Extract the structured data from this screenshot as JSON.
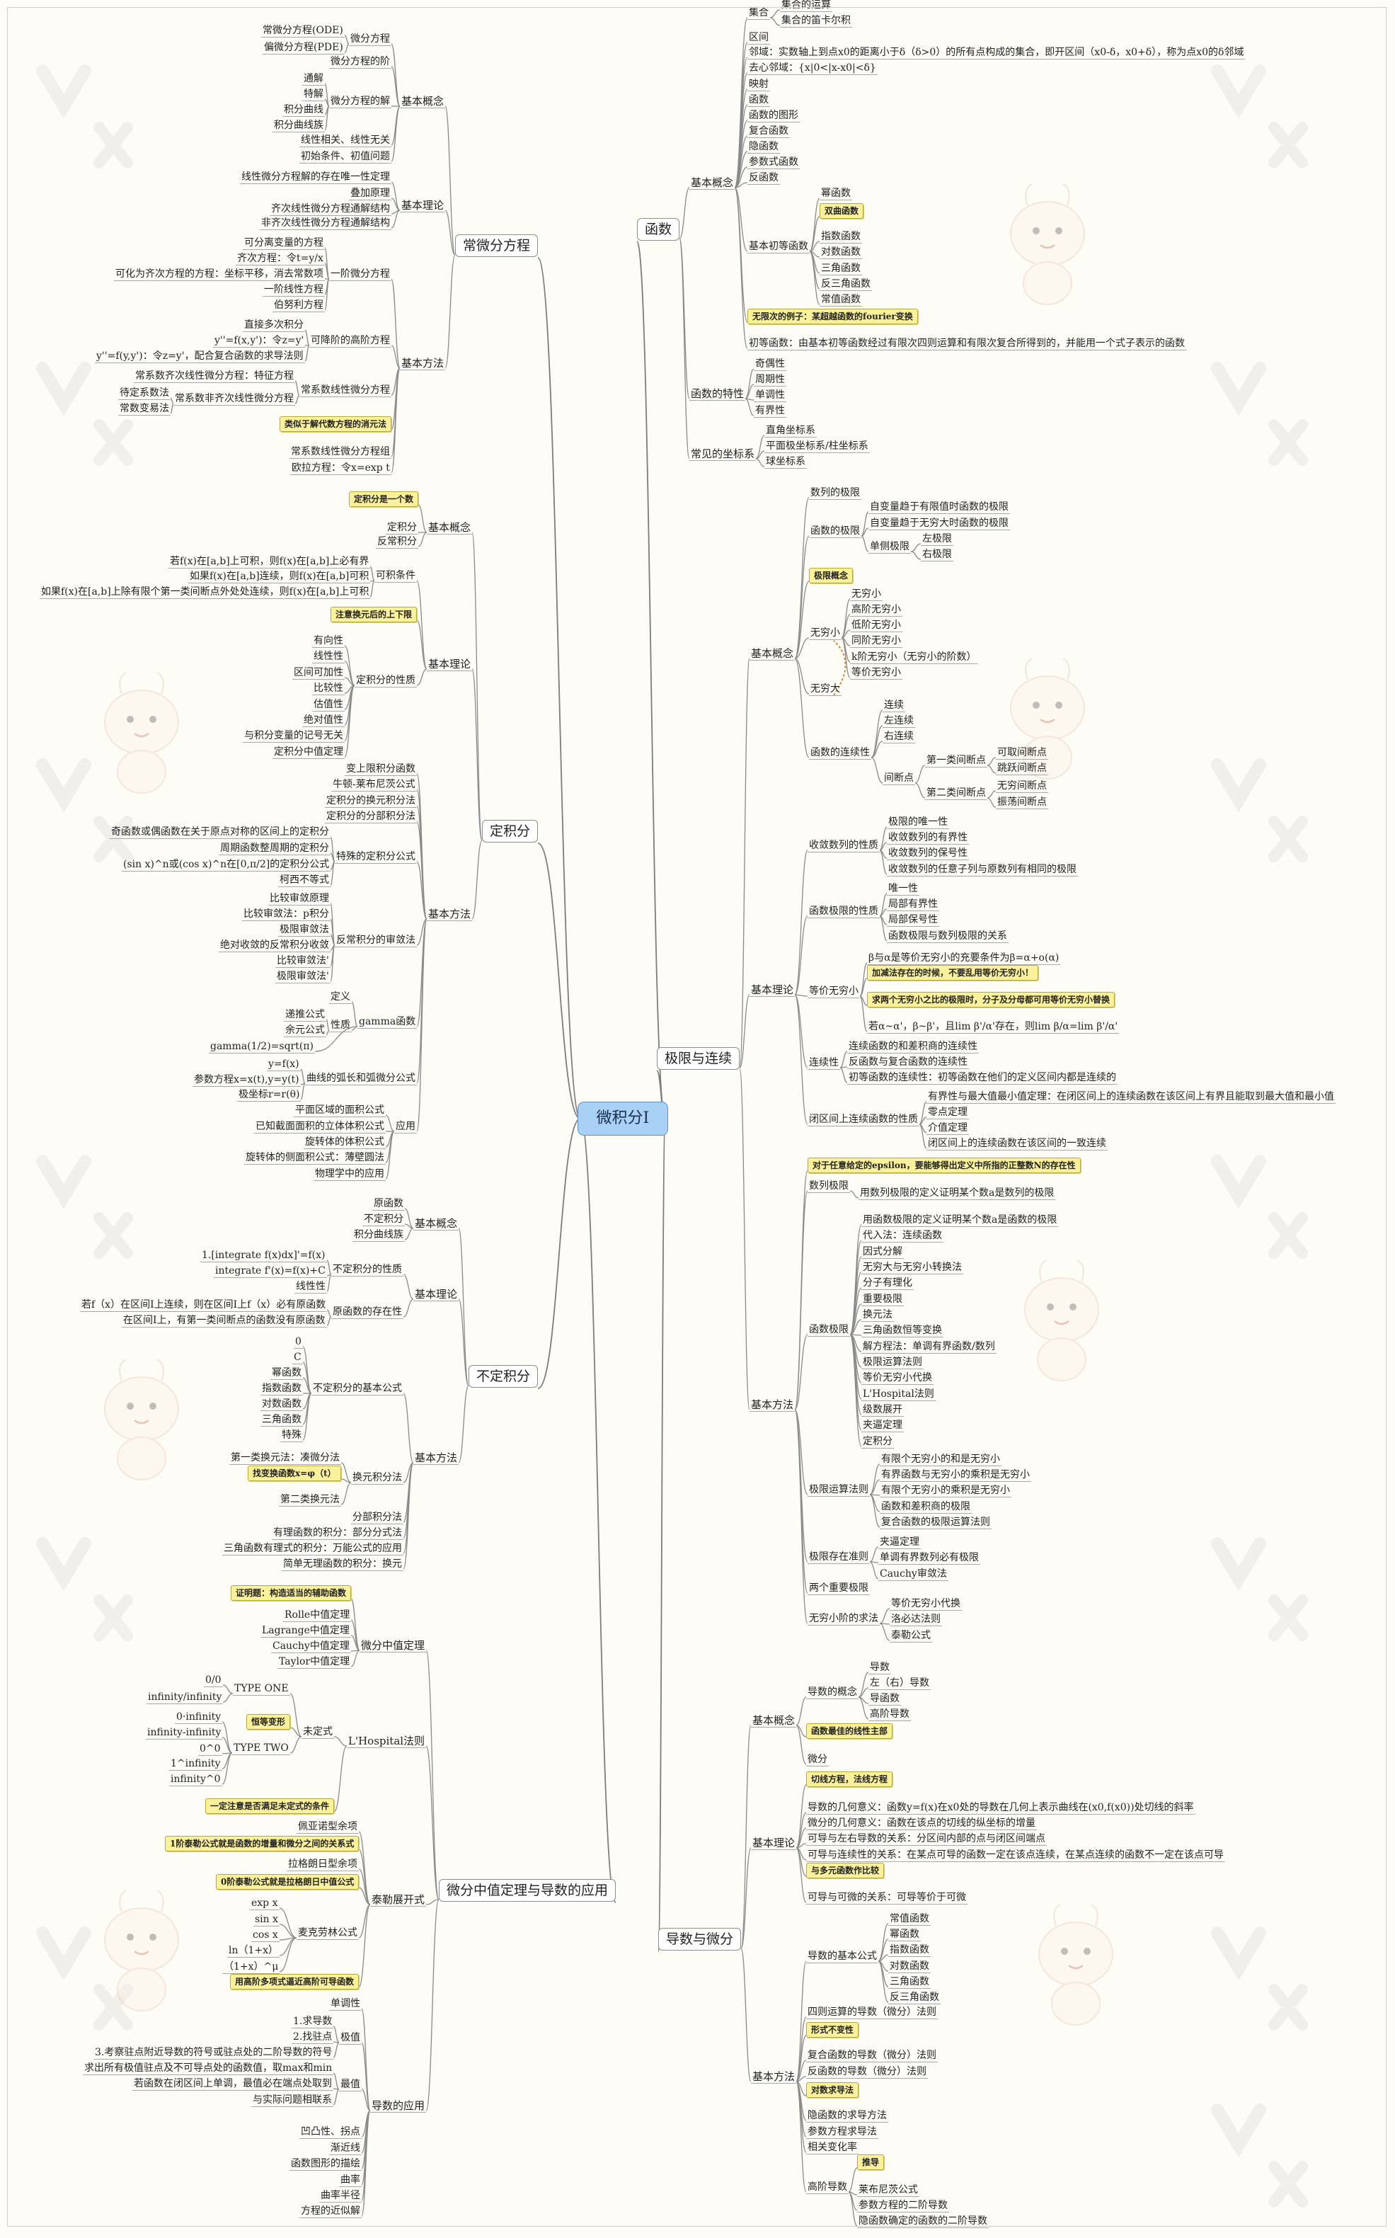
{
  "root": "微积分I",
  "branches": {
    "ode": {
      "title": "常微分方程",
      "basic_concept": "基本概念",
      "ode_eq": "微分方程",
      "ode_type_ode": "常微分方程(ODE)",
      "ode_type_pde": "偏微分方程(PDE)",
      "order": "微分方程的阶",
      "solution": "微分方程的解",
      "sol_general": "通解",
      "sol_special": "特解",
      "sol_integral_curve": "积分曲线",
      "sol_integral_family": "积分曲线族",
      "linear_dep": "线性相关、线性无关",
      "initial_cond": "初始条件、初值问题",
      "theory": "基本理论",
      "th_exist": "线性微分方程解的存在唯一性定理",
      "th_superpos": "叠加原理",
      "th_homo": "齐次线性微分方程通解结构",
      "th_nonhomo": "非齐次线性微分方程通解结构",
      "method": "基本方法",
      "first_order": "一阶微分方程",
      "fo_separable": "可分离变量的方程",
      "fo_homog": "齐次方程：令t=y/x",
      "fo_reducible": "可化为齐次方程的方程：坐标平移，消去常数项",
      "fo_linear": "一阶线性方程",
      "fo_bernoulli": "伯努利方程",
      "reducible_high": "可降阶的高阶方程",
      "rh_direct": "直接多次积分",
      "rh_a": "y''=f(x,y')：令z=y'",
      "rh_b": "y''=f(y,y')：令z=y'，配合复合函数的求导法则",
      "const_coef": "常系数线性微分方程",
      "cc_homo": "常系数齐次线性微分方程：特征方程",
      "cc_nonhomo": "常系数非齐次线性微分方程",
      "cc_undetermined": "待定系数法",
      "cc_variation": "常数变易法",
      "note_analog": "类似于解代数方程的消元法",
      "cc_system": "常系数线性微分方程组",
      "euler_eq": "欧拉方程：令x=exp t"
    },
    "definite": {
      "title": "定积分",
      "basic_concept": "基本概念",
      "note_number": "定积分是一个数",
      "def_integral": "定积分",
      "improper": "反常积分",
      "theory": "基本理论",
      "integrable_cond": "可积条件",
      "ic_1": "若f(x)在[a,b]上可积，则f(x)在[a,b]上必有界",
      "ic_2": "如果f(x)在[a,b]连续，则f(x)在[a,b]可积",
      "ic_3": "如果f(x)在[a,b]上除有限个第一类间断点外处处连续，则f(x)在[a,b]上可积",
      "note_bounds": "注意换元后的上下限",
      "properties": "定积分的性质",
      "pr_1": "有向性",
      "pr_2": "线性性",
      "pr_3": "区间可加性",
      "pr_4": "比较性",
      "pr_5": "估值性",
      "pr_6": "绝对值性",
      "pr_7": "与积分变量的记号无关",
      "pr_8": "定积分中值定理",
      "method": "基本方法",
      "m_1": "变上限积分函数",
      "m_2": "牛顿-莱布尼茨公式",
      "m_3": "定积分的换元积分法",
      "m_4": "定积分的分部积分法",
      "special": "特殊的定积分公式",
      "sp_1": "奇函数或偶函数在关于原点对称的区间上的定积分",
      "sp_2": "周期函数整周期的定积分",
      "sp_3": "(sin x)^n或(cos x)^n在[0,π/2]的定积分公式",
      "sp_4": "柯西不等式",
      "improper_test": "反常积分的审敛法",
      "it_1": "比较审敛原理",
      "it_2": "比较审敛法：p积分",
      "it_3": "极限审敛法",
      "it_4": "绝对收敛的反常积分收敛",
      "it_5": "比较审敛法'",
      "it_6": "极限审敛法'",
      "gamma": "gamma函数",
      "g_def": "定义",
      "g_prop": "性质",
      "g_recur": "递推公式",
      "g_comp": "余元公式",
      "g_half": "gamma(1/2)=sqrt(π)",
      "curve": "曲线的弧长和弧微分公式",
      "cv_1": "y=f(x)",
      "cv_2": "参数方程x=x(t),y=y(t)",
      "cv_3": "极坐标r=r(θ)",
      "application": "应用",
      "ap_1": "平面区域的面积公式",
      "ap_2": "已知截面面积的立体体积公式",
      "ap_3": "旋转体的体积公式",
      "ap_4": "旋转体的侧面积公式：薄壁圆法",
      "ap_5": "物理学中的应用"
    },
    "indefinite": {
      "title": "不定积分",
      "basic_concept": "基本概念",
      "bc_1": "原函数",
      "bc_2": "不定积分",
      "bc_3": "积分曲线族",
      "theory": "基本理论",
      "props": "不定积分的性质",
      "pp_1": "1.[integrate f(x)dx]'=f(x)",
      "pp_2": "integrate f'(x)=f(x)+C",
      "pp_3": "线性性",
      "existence": "原函数的存在性",
      "ex_1": "若f（x）在区间I上连续，则在区间I上f（x）必有原函数",
      "ex_2": "在区间I上，有第一类间断点的函数没有原函数",
      "method": "基本方法",
      "formulas": "不定积分的基本公式",
      "f_1": "0",
      "f_2": "C",
      "f_3": "幂函数",
      "f_4": "指数函数",
      "f_5": "对数函数",
      "f_6": "三角函数",
      "f_7": "特殊",
      "substitution": "换元积分法",
      "sub_1": "第一类换元法：凑微分法",
      "note_find": "找变换函数x=φ（t）",
      "sub_2": "第二类换元法",
      "by_parts": "分部积分法",
      "rational": "有理函数的积分：部分分式法",
      "trig_rational": "三角函数有理式的积分：万能公式的应用",
      "irrational": "简单无理函数的积分：换元"
    },
    "mvt": {
      "title": "微分中值定理与导数的应用",
      "mvt_node": "微分中值定理",
      "note_aux": "证明题：构造适当的辅助函数",
      "rolle": "Rolle中值定理",
      "lagrange": "Lagrange中值定理",
      "cauchy": "Cauchy中值定理",
      "taylor": "Taylor中值定理",
      "lhospital": "L'Hospital法则",
      "indeterminate": "未定式",
      "type_one": "TYPE ONE",
      "t1_a": "0/0",
      "t1_b": "infinity/infinity",
      "note_equiv": "恒等变形",
      "type_two": "TYPE TWO",
      "t2_a": "0·infinity",
      "t2_b": "infinity-infinity",
      "t2_c": "0^0",
      "t2_d": "1^infinity",
      "t2_e": "infinity^0",
      "note_check": "一定注意是否满足未定式的条件",
      "taylor_exp": "泰勒展开式",
      "tx_1": "佩亚诺型余项",
      "note_peano": "1阶泰勒公式就是函数的增量和微分之间的关系式",
      "tx_2": "拉格朗日型余项",
      "note_lagr": "0阶泰勒公式就是拉格朗日中值公式",
      "maclaurin": "麦克劳林公式",
      "mc_1": "exp x",
      "mc_2": "sin x",
      "mc_3": "cos x",
      "mc_4": "ln（1+x）",
      "mc_5": "（1+x）^μ",
      "note_poly": "用高阶多项式逼近高阶可导函数",
      "applications": "导数的应用",
      "monotone": "单调性",
      "extreme": "极值",
      "ex_1": "1.求导数",
      "ex_2": "2.找驻点",
      "ex_3": "3.考察驻点附近导数的符号或驻点处的二阶导数的符号",
      "extremum": "最值",
      "mx_1": "求出所有极值驻点及不可导点处的函数值，取max和min",
      "mx_2": "若函数在闭区间上单调，最值必在端点处取到",
      "mx_3": "与实际问题相联系",
      "convex": "凹凸性、拐点",
      "asymptote": "渐近线",
      "graph": "函数图形的描绘",
      "curvature": "曲率",
      "radius": "曲率半径",
      "approx": "方程的近似解"
    },
    "func": {
      "title": "函数",
      "basic_concept": "基本概念",
      "set": "集合",
      "set_op": "集合的运算",
      "set_cart": "集合的笛卡尔积",
      "interval": "区间",
      "nbhd": "邻域：实数轴上到点x0的距离小于δ（δ>0）的所有点构成的集合，即开区间（x0-δ，x0+δ），称为点x0的δ邻域",
      "deleted": "去心邻域：{x|0<|x-x0|<δ}",
      "mapping": "映射",
      "function": "函数",
      "graph": "函数的图形",
      "composite": "复合函数",
      "implicit": "隐函数",
      "parametric": "参数式函数",
      "inverse": "反函数",
      "elementary_basic": "基本初等函数",
      "e_1": "幂函数",
      "note_hyper": "双曲函数",
      "e_2": "指数函数",
      "e_3": "对数函数",
      "e_4": "三角函数",
      "e_5": "反三角函数",
      "e_6": "常值函数",
      "note_fourier": "无限次的例子：某超越函数的fourier变换",
      "elementary": "初等函数：由基本初等函数经过有限次四则运算和有限次复合所得到的，并能用一个式子表示的函数",
      "characteristics": "函数的特性",
      "ch_1": "奇偶性",
      "ch_2": "周期性",
      "ch_3": "单调性",
      "ch_4": "有界性",
      "coords": "常见的坐标系",
      "co_1": "直角坐标系",
      "co_2": "平面极坐标系/柱坐标系",
      "co_3": "球坐标系"
    },
    "limit": {
      "title": "极限与连续",
      "basic_concept": "基本概念",
      "seq_limit": "数列的极限",
      "func_limit": "函数的极限",
      "fl_1": "自变量趋于有限值时函数的极限",
      "fl_2": "自变量趋于无穷大时函数的极限",
      "one_sided": "单侧极限",
      "os_l": "左极限",
      "os_r": "右极限",
      "note_concept": "极限概念",
      "infinitesimal": "无穷小",
      "inf_1": "无穷小",
      "inf_2": "高阶无穷小",
      "inf_3": "低阶无穷小",
      "inf_4": "同阶无穷小",
      "inf_5": "k阶无穷小（无穷小的阶数）",
      "inf_6": "等价无穷小",
      "infinite": "无穷大",
      "continuity": "函数的连续性",
      "ct_1": "连续",
      "ct_2": "左连续",
      "ct_3": "右连续",
      "discontinuity": "间断点",
      "d1": "第一类间断点",
      "d1_a": "可取间断点",
      "d1_b": "跳跃间断点",
      "d2": "第二类间断点",
      "d2_a": "无穷间断点",
      "d2_b": "振荡间断点",
      "theory": "基本理论",
      "seq_prop": "收敛数列的性质",
      "sp_1": "极限的唯一性",
      "sp_2": "收敛数列的有界性",
      "sp_3": "收敛数列的保号性",
      "sp_4": "收敛数列的任意子列与原数列有相同的极限",
      "fl_prop": "函数极限的性质",
      "fp_1": "唯一性",
      "fp_2": "局部有界性",
      "fp_3": "局部保号性",
      "fp_4": "函数极限与数列极限的关系",
      "equiv_inf": "等价无穷小",
      "eq_1": "β与α是等价无穷小的充要条件为β=α+o(α)",
      "note_addsub": "加减法存在的时候，不要乱用等价无穷小！",
      "note_product": "求两个无穷小之比的极限时，分子及分母都可用等价无穷小替换",
      "eq_2": "若α~α'，β~β'，且lim β'/α'存在，则lim β/α=lim β'/α'",
      "continuity2": "连续性",
      "c2_1": "连续函数的和差积商的连续性",
      "c2_2": "反函数与复合函数的连续性",
      "c2_3": "初等函数的连续性：初等函数在他们的定义区间内都是连续的",
      "closed": "闭区间上连续函数的性质",
      "cl_1": "有界性与最大值最小值定理：在闭区间上的连续函数在该区间上有界且能取到最大值和最小值",
      "cl_2": "零点定理",
      "cl_3": "介值定理",
      "cl_4": "闭区间上的连续函数在该区间的一致连续",
      "method": "基本方法",
      "note_epsilon": "对于任意给定的epsilon，要能够得出定义中所指的正整数N的存在性",
      "seq_lim_m": "数列极限",
      "slm_1": "用数列极限的定义证明某个数a是数列的极限",
      "func_lim_m": "函数极限",
      "fm_1": "用函数极限的定义证明某个数a是函数的极限",
      "fm_2": "代入法：连续函数",
      "fm_3": "因式分解",
      "fm_4": "无穷大与无穷小转换法",
      "fm_5": "分子有理化",
      "fm_6": "重要极限",
      "fm_7": "换元法",
      "fm_8": "三角函数恒等变换",
      "fm_9": "解方程法：单调有界函数/数列",
      "fm_10": "极限运算法则",
      "fm_11": "等价无穷小代换",
      "fm_12": "L'Hospital法则",
      "fm_13": "级数展开",
      "fm_14": "夹逼定理",
      "fm_15": "定积分",
      "rules": "极限运算法则",
      "r_1": "有限个无穷小的和是无穷小",
      "r_2": "有界函数与无穷小的乘积是无穷小",
      "r_3": "有限个无穷小的乘积是无穷小",
      "r_4": "函数和差积商的极限",
      "r_5": "复合函数的极限运算法则",
      "criteria": "极限存在准则",
      "cr_1": "夹逼定理",
      "cr_2": "单调有界数列必有极限",
      "cr_3": "Cauchy审敛法",
      "two_important": "两个重要极限",
      "inf_calc": "无穷小阶的求法",
      "ic_1": "等价无穷小代换",
      "ic_2": "洛必达法则",
      "ic_3": "泰勒公式"
    },
    "deriv": {
      "title": "导数与微分",
      "basic_concept": "基本概念",
      "deriv_concept": "导数的概念",
      "dc_1": "导数",
      "dc_2": "左（右）导数",
      "dc_3": "导函数",
      "dc_4": "高阶导数",
      "note_linear": "函数最佳的线性主部",
      "differential": "微分",
      "note_tangent": "切线方程，法线方程",
      "theory": "基本理论",
      "th_1": "导数的几何意义：函数y=f(x)在x0处的导数在几何上表示曲线在(x0,f(x0))处切线的斜率",
      "th_2": "微分的几何意义：函数在该点的切线的纵坐标的增量",
      "th_3": "可导与左右导数的关系：分区间内部的点与闭区间端点",
      "th_4": "可导与连续性的关系：在某点可导的函数一定在该点连续，在某点连续的函数不一定在该点可导",
      "note_compare": "与多元函数作比较",
      "th_5": "可导与可微的关系：可导等价于可微",
      "method": "基本方法",
      "basic_formulas": "导数的基本公式",
      "bf_1": "常值函数",
      "bf_2": "幂函数",
      "bf_3": "指数函数",
      "bf_4": "对数函数",
      "bf_5": "三角函数",
      "bf_6": "反三角函数",
      "arith_rules": "四则运算的导数（微分）法则",
      "note_invariant": "形式不变性",
      "chain": "复合函数的导数（微分）法则",
      "inverse_rule": "反函数的导数（微分）法则",
      "note_log": "对数求导法",
      "implicit": "隐函数的求导方法",
      "parametric": "参数方程求导法",
      "related": "相关变化率",
      "high_order": "高阶导数",
      "note_induct": "推导",
      "ho_1": "莱布尼茨公式",
      "ho_2": "参数方程的二阶导数",
      "ho_3": "隐函数确定的函数的二阶导数"
    }
  }
}
